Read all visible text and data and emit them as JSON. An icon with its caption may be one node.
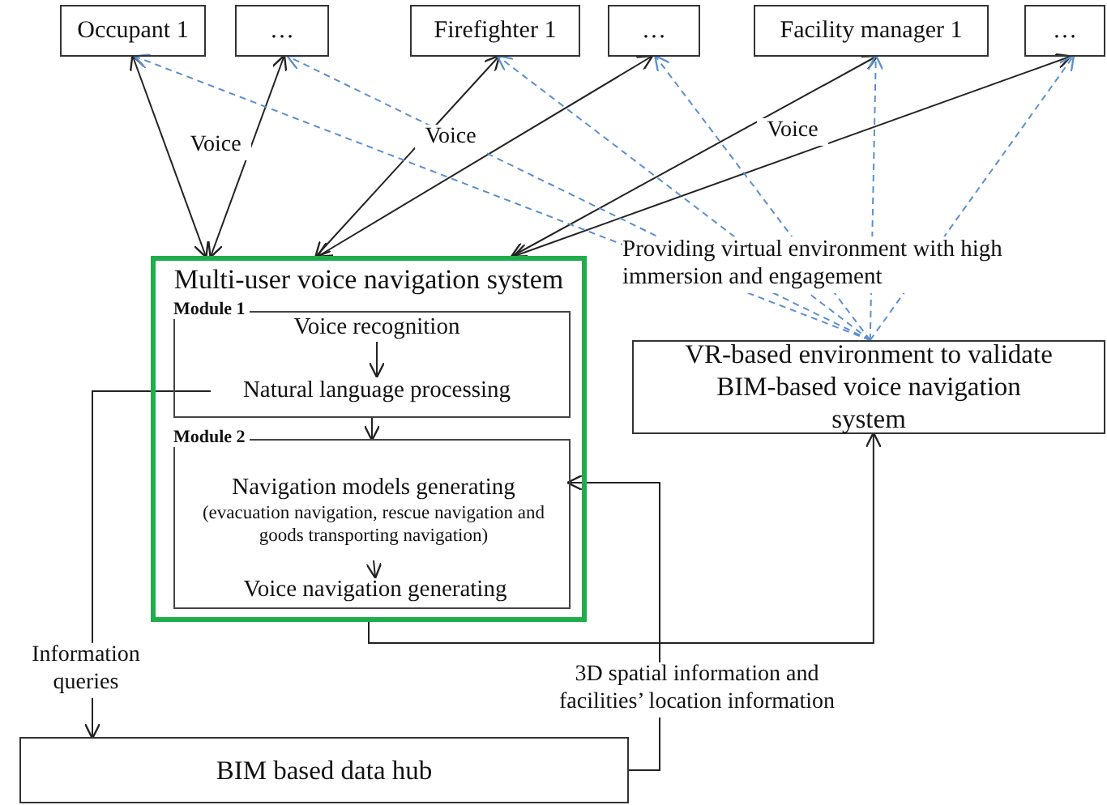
{
  "diagram": {
    "nodes": [
      {
        "text": [
          "Occupant 1"
        ]
      },
      {
        "text": [
          "…"
        ]
      },
      {
        "text": [
          "Firefighter 1"
        ]
      },
      {
        "text": [
          "…"
        ]
      },
      {
        "text": [
          "Facility manager 1"
        ]
      },
      {
        "text": [
          "…"
        ]
      },
      {
        "text": [
          "Multi-user voice navigation system"
        ]
      },
      {
        "text": [
          "Module 1"
        ],
        "in": 6
      },
      {
        "text": [
          "Voice recognition"
        ],
        "in": 7
      },
      {
        "text": [
          "Natural language processing"
        ],
        "in": 7
      },
      {
        "text": [
          "Module 2"
        ],
        "in": 6
      },
      {
        "text": [
          "Navigation models generating",
          "(evacuation navigation, rescue navigation and goods transporting navigation)"
        ],
        "in": 10
      },
      {
        "text": [
          "Voice navigation generating"
        ],
        "in": 10
      },
      {
        "text": [
          "VR-based environment to validate BIM-based voice navigation system"
        ]
      },
      {
        "text": [
          "BIM based data hub"
        ]
      }
    ],
    "edges": [
      {
        "from": 6,
        "to": 0,
        "arrow": "both"
      },
      {
        "from": 6,
        "to": 1,
        "arrow": "both",
        "label": "Voice"
      },
      {
        "from": 6,
        "to": 2,
        "arrow": "both",
        "label": "Voice"
      },
      {
        "from": 6,
        "to": 3,
        "arrow": "both"
      },
      {
        "from": 6,
        "to": 4,
        "arrow": "both",
        "label": "Voice"
      },
      {
        "from": 6,
        "to": 5,
        "arrow": "both"
      },
      {
        "from": 13,
        "to": 0,
        "arrow": "to",
        "style": "dashed",
        "color": "#5b8fd0"
      },
      {
        "from": 13,
        "to": 1,
        "arrow": "to",
        "style": "dashed",
        "color": "#5b8fd0"
      },
      {
        "from": 13,
        "to": 2,
        "arrow": "to",
        "style": "dashed",
        "color": "#5b8fd0"
      },
      {
        "from": 13,
        "to": 3,
        "arrow": "to",
        "style": "dashed",
        "color": "#5b8fd0"
      },
      {
        "from": 13,
        "to": 4,
        "arrow": "to",
        "style": "dashed",
        "color": "#5b8fd0"
      },
      {
        "from": 13,
        "to": 5,
        "arrow": "to",
        "style": "dashed",
        "color": "#5b8fd0"
      },
      {
        "from": 8,
        "to": 9,
        "arrow": "to"
      },
      {
        "from": 7,
        "to": 10,
        "arrow": "to"
      },
      {
        "from": 11,
        "to": 12,
        "arrow": "to"
      },
      {
        "from": 9,
        "to": 14,
        "arrow": "to",
        "label": "Information queries"
      },
      {
        "from": 14,
        "to": 11,
        "arrow": "to",
        "label": "3D spatial information and facilities’ location information"
      },
      {
        "from": 6,
        "to": 13,
        "arrow": "to"
      }
    ],
    "labels": [
      "Providing virtual environment with high immersion and engagement"
    ]
  }
}
